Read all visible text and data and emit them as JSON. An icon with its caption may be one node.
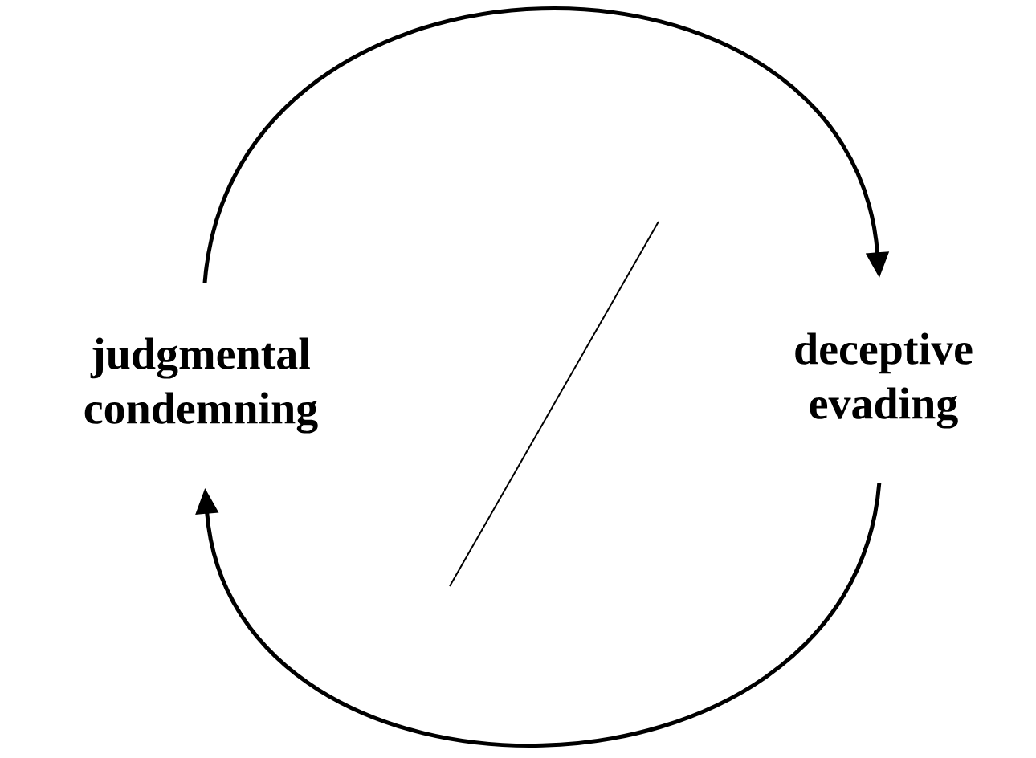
{
  "diagram": {
    "nodes": [
      {
        "text": [
          "judgmental condemning"
        ]
      },
      {
        "text": [
          "deceptive evading"
        ]
      }
    ],
    "edges": [
      {
        "from": 0,
        "to": 1,
        "arrow": "to"
      },
      {
        "from": 1,
        "to": 0,
        "arrow": "to"
      }
    ]
  }
}
